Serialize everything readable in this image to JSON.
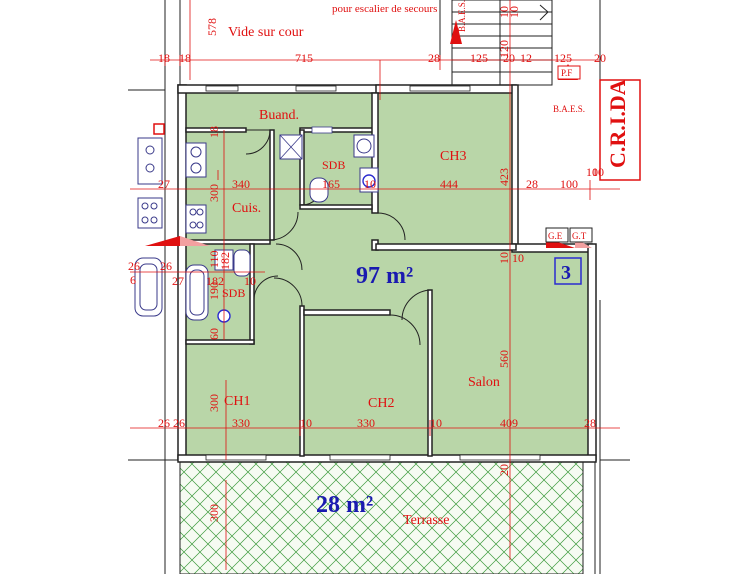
{
  "courtyard": "Vide sur cour",
  "stairs_note": "pour escalier de secours",
  "total_area": "97 m²",
  "terrace_area": "28 m²",
  "rooms": {
    "buanderie": "Buand.",
    "cuisine": "Cuis.",
    "sdb1": "SDB",
    "sdb2": "SDB",
    "ch1": "CH1",
    "ch2": "CH2",
    "ch3": "CH3",
    "salon": "Salon",
    "terrasse": "Terrasse"
  },
  "equipment": {
    "baes_top": "B.A.E.S.",
    "baes_right": "B.A.E.S.",
    "pf": "P.F",
    "ge": "G.E",
    "gt": "G.T",
    "unit_number": "3",
    "side_label": "C.R.I.DA"
  },
  "dimensions": {
    "top": [
      "18",
      "18",
      "715",
      "28",
      "125",
      "20",
      "12",
      "125",
      "20"
    ],
    "mid": [
      "27",
      "340",
      "165",
      "10",
      "444",
      "28",
      "100",
      "10"
    ],
    "vertical": [
      "578",
      "10",
      "10",
      "120",
      "18",
      "300",
      "423",
      "10",
      "110",
      "190",
      "182",
      "60",
      "560",
      "300",
      "20",
      "300"
    ],
    "row2": [
      "26",
      "27",
      "26",
      "182",
      "10"
    ],
    "bottom": [
      "26",
      "26",
      "330",
      "10",
      "330",
      "10",
      "409",
      "28"
    ],
    "small": [
      "10",
      "10",
      "6"
    ]
  }
}
